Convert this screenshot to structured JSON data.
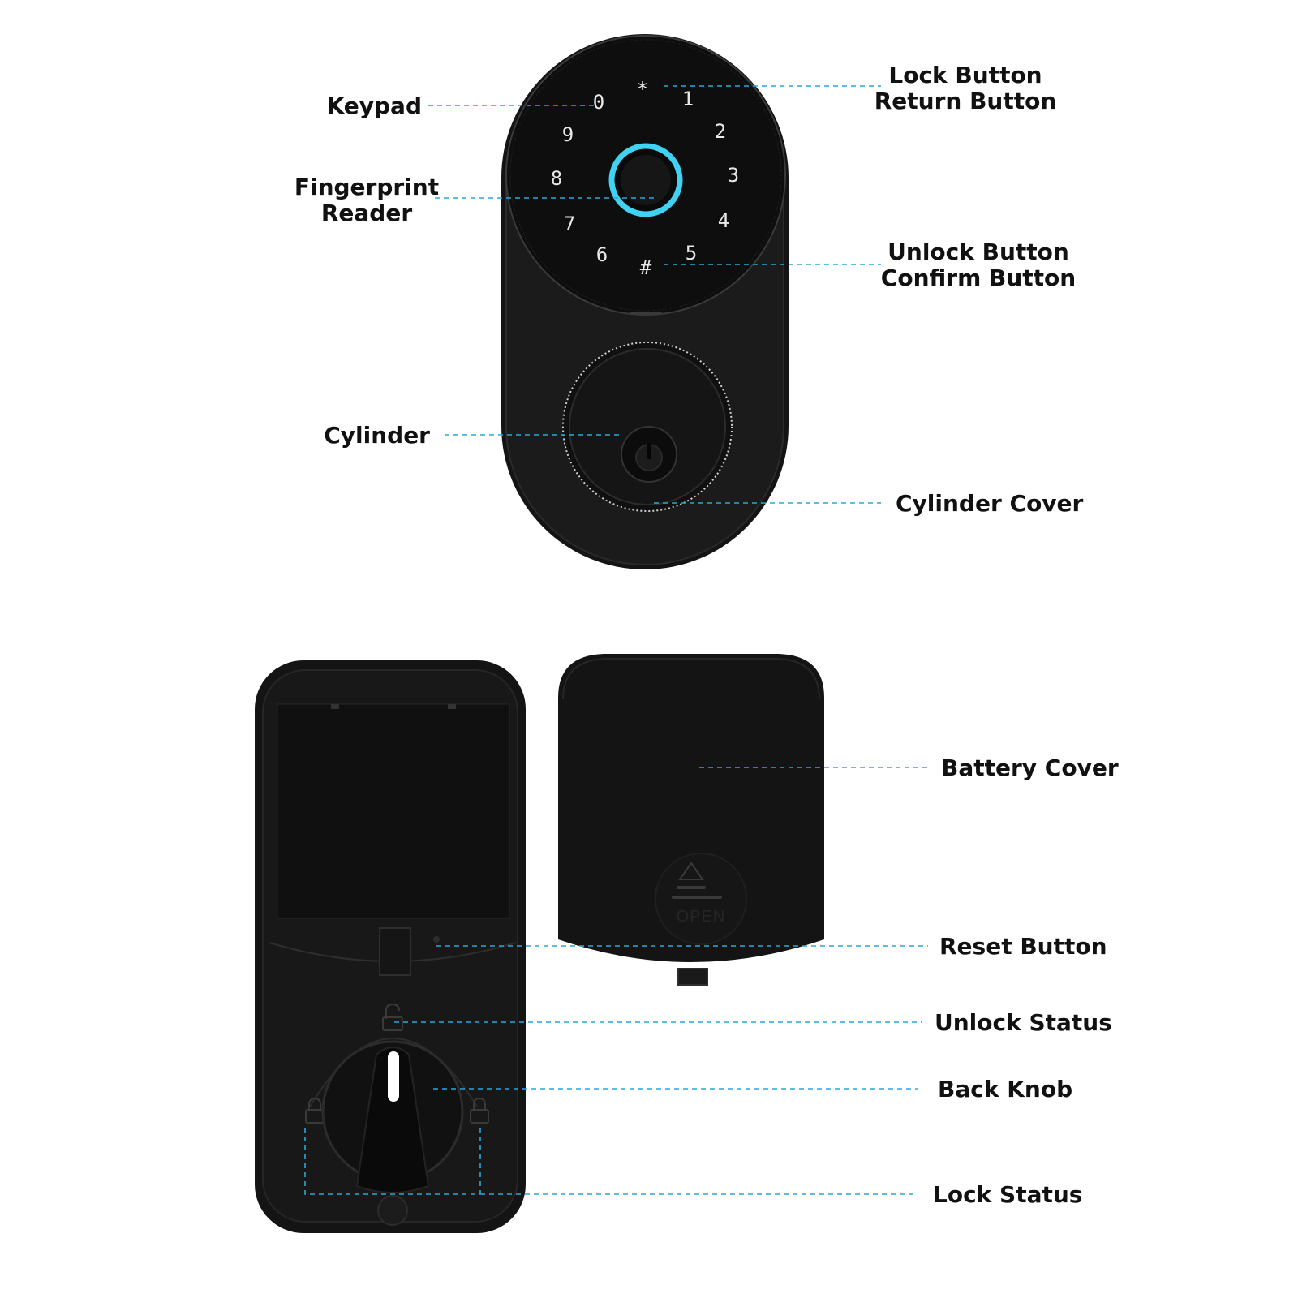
{
  "colors": {
    "lead_line": "#29a8d8",
    "fingerprint_ring": "#3fd2f2",
    "device_body": "#111111",
    "label_text": "#111111"
  },
  "front_unit": {
    "keypad_keys": [
      "*",
      "1",
      "2",
      "3",
      "4",
      "5",
      "#",
      "6",
      "7",
      "8",
      "9",
      "0"
    ],
    "icons": [
      "fingerprint-reader-icon",
      "key-cylinder-icon"
    ]
  },
  "back_unit": {
    "battery_cover_text": "OPEN",
    "icons": [
      "open-arrow-icon",
      "unlocked-padlock-icon",
      "locked-padlock-icon"
    ]
  },
  "labels": {
    "keypad": "Keypad",
    "fingerprint_line1": "Fingerprint",
    "fingerprint_line2": "Reader",
    "cylinder": "Cylinder",
    "lock_button_line1": "Lock Button",
    "lock_button_line2": "Return Button",
    "unlock_button_line1": "Unlock Button",
    "unlock_button_line2": "Confirm Button",
    "cylinder_cover": "Cylinder Cover",
    "battery_cover": "Battery Cover",
    "reset_button": "Reset Button",
    "unlock_status": "Unlock Status",
    "back_knob": "Back Knob",
    "lock_status": "Lock Status"
  }
}
